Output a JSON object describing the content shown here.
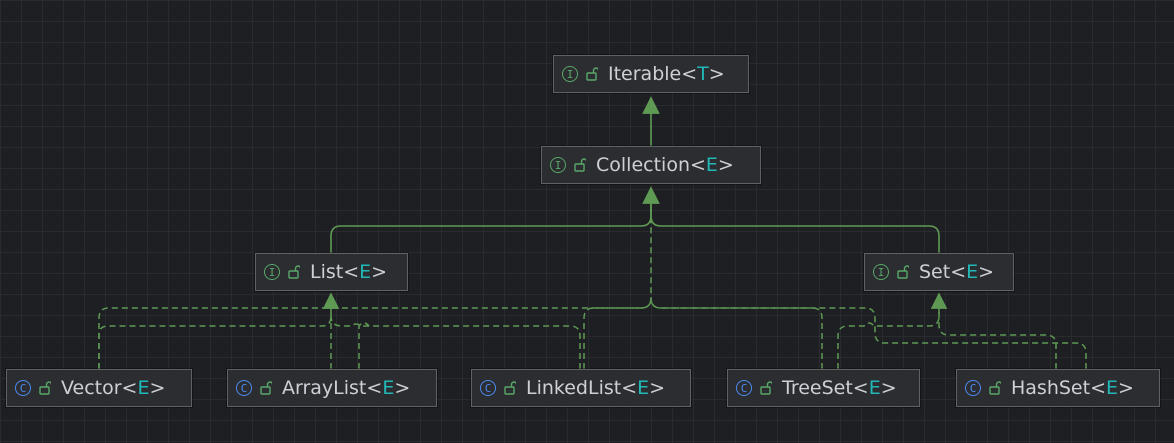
{
  "diagram": {
    "colors": {
      "background": "#1e1f22",
      "edge": "#5f9a55",
      "node_fill": "#2b2d30",
      "node_border": "#5f6166",
      "interface_icon": "#59a869",
      "class_icon": "#4c8cf0",
      "type_param": "#21b8b8"
    },
    "nodes": [
      {
        "id": "iterable",
        "kind": "interface",
        "icon": "interface-icon",
        "kind_letter": "I",
        "name": "Iterable",
        "type_param": "T"
      },
      {
        "id": "collection",
        "kind": "interface",
        "icon": "interface-icon",
        "kind_letter": "I",
        "name": "Collection",
        "type_param": "E"
      },
      {
        "id": "list",
        "kind": "interface",
        "icon": "interface-icon",
        "kind_letter": "I",
        "name": "List",
        "type_param": "E"
      },
      {
        "id": "set",
        "kind": "interface",
        "icon": "interface-icon",
        "kind_letter": "I",
        "name": "Set",
        "type_param": "E"
      },
      {
        "id": "vector",
        "kind": "class",
        "icon": "class-icon",
        "kind_letter": "C",
        "name": "Vector",
        "type_param": "E"
      },
      {
        "id": "arraylist",
        "kind": "class",
        "icon": "class-icon",
        "kind_letter": "C",
        "name": "ArrayList",
        "type_param": "E"
      },
      {
        "id": "linkedlist",
        "kind": "class",
        "icon": "class-icon",
        "kind_letter": "C",
        "name": "LinkedList",
        "type_param": "E"
      },
      {
        "id": "treeset",
        "kind": "class",
        "icon": "class-icon",
        "kind_letter": "C",
        "name": "TreeSet",
        "type_param": "E"
      },
      {
        "id": "hashset",
        "kind": "class",
        "icon": "class-icon",
        "kind_letter": "C",
        "name": "HashSet",
        "type_param": "E"
      }
    ],
    "edges": [
      {
        "from": "collection",
        "to": "iterable",
        "type": "extends"
      },
      {
        "from": "list",
        "to": "collection",
        "type": "extends"
      },
      {
        "from": "set",
        "to": "collection",
        "type": "extends"
      },
      {
        "from": "vector",
        "to": "list",
        "type": "implements"
      },
      {
        "from": "arraylist",
        "to": "list",
        "type": "implements"
      },
      {
        "from": "linkedlist",
        "to": "list",
        "type": "implements"
      },
      {
        "from": "treeset",
        "to": "set",
        "type": "implements"
      },
      {
        "from": "hashset",
        "to": "set",
        "type": "implements"
      },
      {
        "from": "vector",
        "to": "collection",
        "type": "implements"
      },
      {
        "from": "arraylist",
        "to": "collection",
        "type": "implements"
      },
      {
        "from": "linkedlist",
        "to": "collection",
        "type": "implements"
      },
      {
        "from": "treeset",
        "to": "collection",
        "type": "implements"
      },
      {
        "from": "hashset",
        "to": "collection",
        "type": "implements"
      }
    ]
  }
}
